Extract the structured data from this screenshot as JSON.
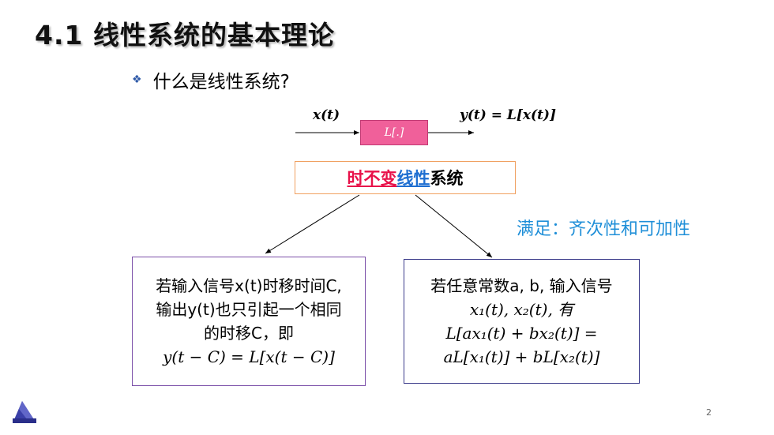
{
  "slide": {
    "title": "4.1 线性系统的基本理论",
    "bullet": "什么是线性系统?",
    "input_signal": "x(t)",
    "output_signal": "y(t)  =  L[x(t)]",
    "system_label": "L[.]",
    "lti_part1": "时不变",
    "lti_part2": "线性",
    "lti_part3": "系统",
    "satisfy": "满足：齐次性和可加性",
    "page_number": "2"
  },
  "left_box": {
    "line1": "若输入信号x(t)时移时间C,",
    "line2": "输出y(t)也只引起一个相同",
    "line3": "的时移C，即",
    "line4": "y(t − C) = L[x(t − C)]"
  },
  "right_box": {
    "line1": "若任意常数a, b, 输入信号",
    "line2": "x₁(t), x₂(t), 有",
    "line3": "L[ax₁(t) + bx₂(t)]  =",
    "line4": "aL[x₁(t)]  +  bL[x₂(t)]"
  },
  "colors": {
    "bullet": "#2f5aa8",
    "system_box": "#f0609a",
    "lti_red": "#e8124a",
    "lti_blue": "#1f6fd1",
    "satisfy": "#1f8fd8"
  },
  "icons": {
    "bullet": "diamond-bullet-icon",
    "logo": "slide-logo-icon"
  }
}
